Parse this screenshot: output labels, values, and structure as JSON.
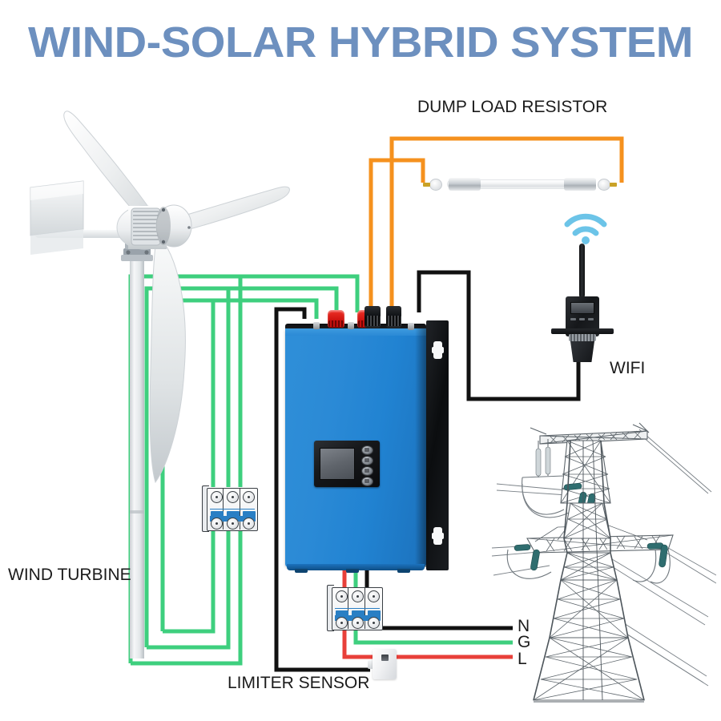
{
  "page": {
    "title": "WIND-SOLAR HYBRID SYSTEM",
    "title_color": "#6d90bf",
    "background": "#ffffff"
  },
  "labels": {
    "wind_turbine": "WIND TURBINE",
    "dump_load_resistor": "DUMP LOAD RESISTOR",
    "wifi": "WIFI",
    "limiter_sensor": "LIMITER SENSOR",
    "terminal_n": "N",
    "terminal_g": "G",
    "terminal_l": "L"
  },
  "wire_colors": {
    "turbine_ac": "#3ecf7e",
    "dump_load": "#f5911e",
    "neutral": "#111111",
    "ground": "#3ecf7e",
    "line": "#e8403a",
    "comm": "#111111"
  },
  "components": {
    "inverter": {
      "name": "grid tie inverter",
      "body_color": "#2b8ad6",
      "rail_color": "#121417",
      "terminals_red": 2,
      "terminals_black": 2,
      "display_buttons": 4
    },
    "breaker_turbine": {
      "poles": 3,
      "toggle_color": "#2a7fc4"
    },
    "breaker_grid": {
      "poles": 3,
      "toggle_color": "#2a7fc4"
    },
    "dump_load_resistor": {
      "type": "tubular resistor",
      "color": "#f2f3f5"
    },
    "wifi_module": {
      "symbol_color": "#6cc4e8",
      "antenna": true
    },
    "limiter_sensor": {
      "type": "current transformer clamp",
      "color": "#f0f1f3"
    },
    "transmission_tower": {
      "type": "lattice pylon",
      "color": "#5a6166"
    },
    "wind_turbine": {
      "blades": 3,
      "color": "#e9ecee",
      "tail_vane": true
    }
  }
}
